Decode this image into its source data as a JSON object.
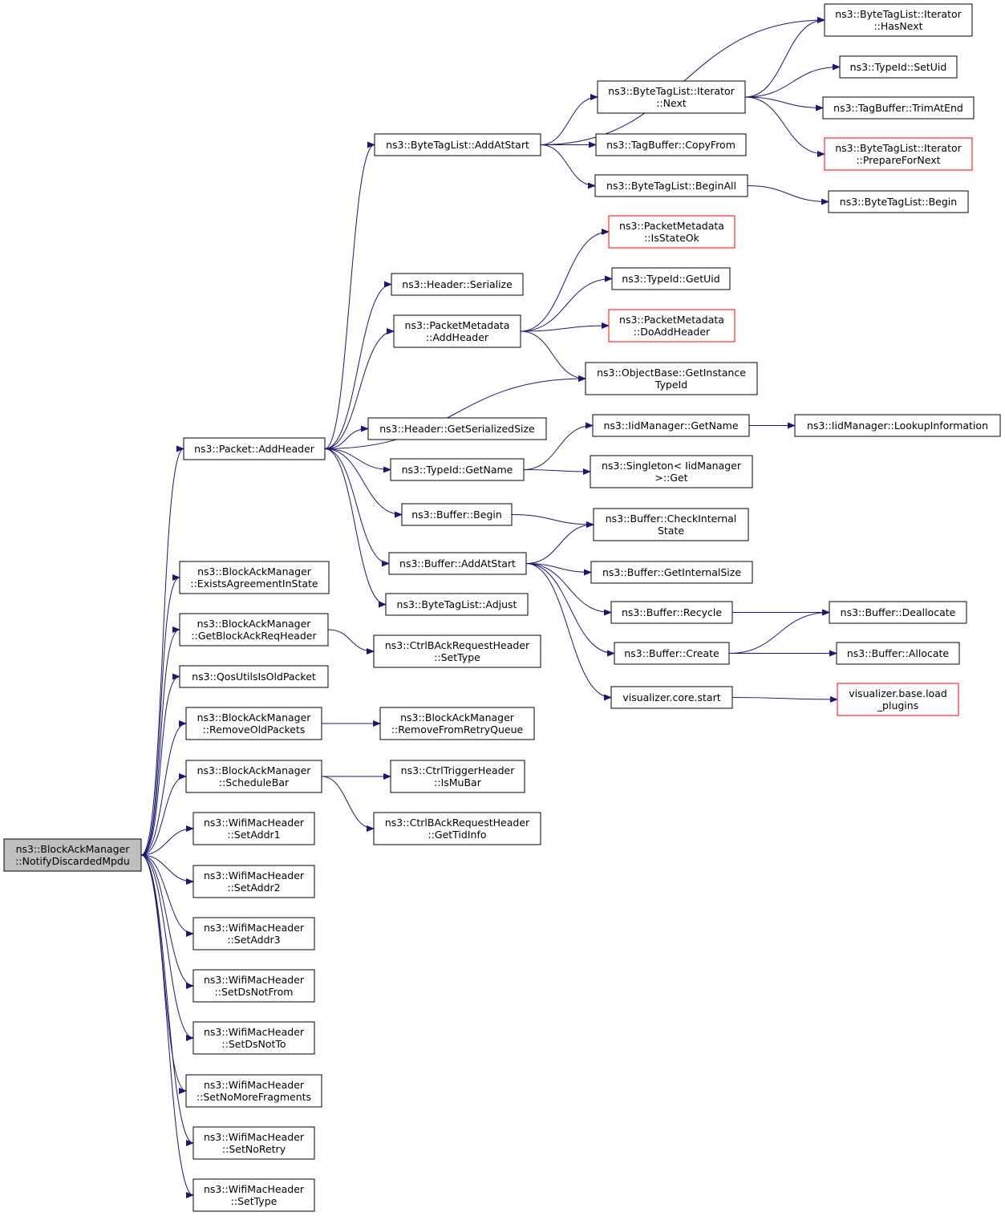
{
  "colors": {
    "edge": "#191970",
    "node_border": "#000000",
    "node_border_truncated": "#ff0000",
    "root_fill": "#bfbfbf",
    "node_fill": "#ffffff"
  },
  "nodes": [
    {
      "id": "root",
      "lines": [
        "ns3::BlockAckManager",
        "::NotifyDiscardedMpdu"
      ],
      "style": "root"
    },
    {
      "id": "pkt_addheader",
      "lines": [
        "ns3::Packet::AddHeader"
      ]
    },
    {
      "id": "bam_exists",
      "lines": [
        "ns3::BlockAckManager",
        "::ExistsAgreementInState"
      ]
    },
    {
      "id": "bam_getbar",
      "lines": [
        "ns3::BlockAckManager",
        "::GetBlockAckReqHeader"
      ]
    },
    {
      "id": "qos_old",
      "lines": [
        "ns3::QosUtilsIsOldPacket"
      ]
    },
    {
      "id": "bam_removeold",
      "lines": [
        "ns3::BlockAckManager",
        "::RemoveOldPackets"
      ]
    },
    {
      "id": "bam_schedbar",
      "lines": [
        "ns3::BlockAckManager",
        "::ScheduleBar"
      ]
    },
    {
      "id": "wmh_addr1",
      "lines": [
        "ns3::WifiMacHeader",
        "::SetAddr1"
      ]
    },
    {
      "id": "wmh_addr2",
      "lines": [
        "ns3::WifiMacHeader",
        "::SetAddr2"
      ]
    },
    {
      "id": "wmh_addr3",
      "lines": [
        "ns3::WifiMacHeader",
        "::SetAddr3"
      ]
    },
    {
      "id": "wmh_dsnotfrom",
      "lines": [
        "ns3::WifiMacHeader",
        "::SetDsNotFrom"
      ]
    },
    {
      "id": "wmh_dsnotto",
      "lines": [
        "ns3::WifiMacHeader",
        "::SetDsNotTo"
      ]
    },
    {
      "id": "wmh_nomorefrag",
      "lines": [
        "ns3::WifiMacHeader",
        "::SetNoMoreFragments"
      ]
    },
    {
      "id": "wmh_noretry",
      "lines": [
        "ns3::WifiMacHeader",
        "::SetNoRetry"
      ]
    },
    {
      "id": "wmh_settype",
      "lines": [
        "ns3::WifiMacHeader",
        "::SetType"
      ]
    },
    {
      "id": "btl_addatstart",
      "lines": [
        "ns3::ByteTagList::AddAtStart"
      ]
    },
    {
      "id": "hdr_serialize",
      "lines": [
        "ns3::Header::Serialize"
      ]
    },
    {
      "id": "pm_addheader",
      "lines": [
        "ns3::PacketMetadata",
        "::AddHeader"
      ]
    },
    {
      "id": "hdr_getsize",
      "lines": [
        "ns3::Header::GetSerializedSize"
      ]
    },
    {
      "id": "tid_getname",
      "lines": [
        "ns3::TypeId::GetName"
      ]
    },
    {
      "id": "buf_begin",
      "lines": [
        "ns3::Buffer::Begin"
      ]
    },
    {
      "id": "buf_addatstart",
      "lines": [
        "ns3::Buffer::AddAtStart"
      ]
    },
    {
      "id": "btl_adjust",
      "lines": [
        "ns3::ByteTagList::Adjust"
      ]
    },
    {
      "id": "cbar_settype",
      "lines": [
        "ns3::CtrlBAckRequestHeader",
        "::SetType"
      ]
    },
    {
      "id": "bam_removeretry",
      "lines": [
        "ns3::BlockAckManager",
        "::RemoveFromRetryQueue"
      ]
    },
    {
      "id": "ctrig_ismubar",
      "lines": [
        "ns3::CtrlTriggerHeader",
        "::IsMuBar"
      ]
    },
    {
      "id": "cbar_gettid",
      "lines": [
        "ns3::CtrlBAckRequestHeader",
        "::GetTidInfo"
      ]
    },
    {
      "id": "btli_next",
      "lines": [
        "ns3::ByteTagList::Iterator",
        "::Next"
      ]
    },
    {
      "id": "tb_copyfrom",
      "lines": [
        "ns3::TagBuffer::CopyFrom"
      ]
    },
    {
      "id": "btl_beginall",
      "lines": [
        "ns3::ByteTagList::BeginAll"
      ]
    },
    {
      "id": "pm_isstateok",
      "lines": [
        "ns3::PacketMetadata",
        "::IsStateOk"
      ],
      "style": "truncated"
    },
    {
      "id": "tid_getuid",
      "lines": [
        "ns3::TypeId::GetUid"
      ]
    },
    {
      "id": "pm_doaddheader",
      "lines": [
        "ns3::PacketMetadata",
        "::DoAddHeader"
      ],
      "style": "truncated"
    },
    {
      "id": "ob_getinstancetid",
      "lines": [
        "ns3::ObjectBase::GetInstance",
        "TypeId"
      ]
    },
    {
      "id": "iid_getname",
      "lines": [
        "ns3::IidManager::GetName"
      ]
    },
    {
      "id": "singleton_get",
      "lines": [
        "ns3::Singleton< IidManager",
        ">::Get"
      ]
    },
    {
      "id": "buf_checkinternal",
      "lines": [
        "ns3::Buffer::CheckInternal",
        "State"
      ]
    },
    {
      "id": "buf_getinternalsize",
      "lines": [
        "ns3::Buffer::GetInternalSize"
      ]
    },
    {
      "id": "buf_recycle",
      "lines": [
        "ns3::Buffer::Recycle"
      ]
    },
    {
      "id": "buf_create",
      "lines": [
        "ns3::Buffer::Create"
      ]
    },
    {
      "id": "viz_core_start",
      "lines": [
        "visualizer.core.start"
      ]
    },
    {
      "id": "btli_hasnext",
      "lines": [
        "ns3::ByteTagList::Iterator",
        "::HasNext"
      ]
    },
    {
      "id": "tid_setuid",
      "lines": [
        "ns3::TypeId::SetUid"
      ]
    },
    {
      "id": "tb_trimatend",
      "lines": [
        "ns3::TagBuffer::TrimAtEnd"
      ]
    },
    {
      "id": "btli_prepare",
      "lines": [
        "ns3::ByteTagList::Iterator",
        "::PrepareForNext"
      ],
      "style": "truncated"
    },
    {
      "id": "btl_begin",
      "lines": [
        "ns3::ByteTagList::Begin"
      ]
    },
    {
      "id": "iid_lookup",
      "lines": [
        "ns3::IidManager::LookupInformation"
      ]
    },
    {
      "id": "buf_deallocate",
      "lines": [
        "ns3::Buffer::Deallocate"
      ]
    },
    {
      "id": "buf_allocate",
      "lines": [
        "ns3::Buffer::Allocate"
      ]
    },
    {
      "id": "viz_base_load",
      "lines": [
        "visualizer.base.load",
        "_plugins"
      ],
      "style": "truncated"
    }
  ],
  "edges": [
    [
      "root",
      "pkt_addheader"
    ],
    [
      "root",
      "bam_exists"
    ],
    [
      "root",
      "bam_getbar"
    ],
    [
      "root",
      "qos_old"
    ],
    [
      "root",
      "bam_removeold"
    ],
    [
      "root",
      "bam_schedbar"
    ],
    [
      "root",
      "wmh_addr1"
    ],
    [
      "root",
      "wmh_addr2"
    ],
    [
      "root",
      "wmh_addr3"
    ],
    [
      "root",
      "wmh_dsnotfrom"
    ],
    [
      "root",
      "wmh_dsnotto"
    ],
    [
      "root",
      "wmh_nomorefrag"
    ],
    [
      "root",
      "wmh_noretry"
    ],
    [
      "root",
      "wmh_settype"
    ],
    [
      "pkt_addheader",
      "btl_addatstart"
    ],
    [
      "pkt_addheader",
      "hdr_serialize"
    ],
    [
      "pkt_addheader",
      "pm_addheader"
    ],
    [
      "pkt_addheader",
      "ob_getinstancetid"
    ],
    [
      "pkt_addheader",
      "hdr_getsize"
    ],
    [
      "pkt_addheader",
      "tid_getname"
    ],
    [
      "pkt_addheader",
      "buf_begin"
    ],
    [
      "pkt_addheader",
      "buf_addatstart"
    ],
    [
      "pkt_addheader",
      "btl_adjust"
    ],
    [
      "bam_getbar",
      "cbar_settype"
    ],
    [
      "bam_removeold",
      "bam_removeretry"
    ],
    [
      "bam_schedbar",
      "ctrig_ismubar"
    ],
    [
      "bam_schedbar",
      "cbar_gettid"
    ],
    [
      "btl_addatstart",
      "btli_hasnext"
    ],
    [
      "btl_addatstart",
      "btli_next"
    ],
    [
      "btl_addatstart",
      "tb_copyfrom"
    ],
    [
      "btl_addatstart",
      "btl_beginall"
    ],
    [
      "btli_next",
      "btli_hasnext"
    ],
    [
      "btli_next",
      "tid_setuid"
    ],
    [
      "btli_next",
      "tb_trimatend"
    ],
    [
      "btli_next",
      "btli_prepare"
    ],
    [
      "btl_beginall",
      "btl_begin"
    ],
    [
      "pm_addheader",
      "pm_isstateok"
    ],
    [
      "pm_addheader",
      "tid_getuid"
    ],
    [
      "pm_addheader",
      "pm_doaddheader"
    ],
    [
      "pm_addheader",
      "ob_getinstancetid"
    ],
    [
      "tid_getname",
      "iid_getname"
    ],
    [
      "tid_getname",
      "singleton_get"
    ],
    [
      "iid_getname",
      "iid_lookup"
    ],
    [
      "buf_begin",
      "buf_checkinternal"
    ],
    [
      "buf_addatstart",
      "buf_checkinternal"
    ],
    [
      "buf_addatstart",
      "buf_getinternalsize"
    ],
    [
      "buf_addatstart",
      "buf_recycle"
    ],
    [
      "buf_addatstart",
      "buf_create"
    ],
    [
      "buf_addatstart",
      "viz_core_start"
    ],
    [
      "buf_recycle",
      "buf_deallocate"
    ],
    [
      "buf_create",
      "buf_deallocate"
    ],
    [
      "buf_create",
      "buf_allocate"
    ],
    [
      "viz_core_start",
      "viz_base_load"
    ]
  ]
}
